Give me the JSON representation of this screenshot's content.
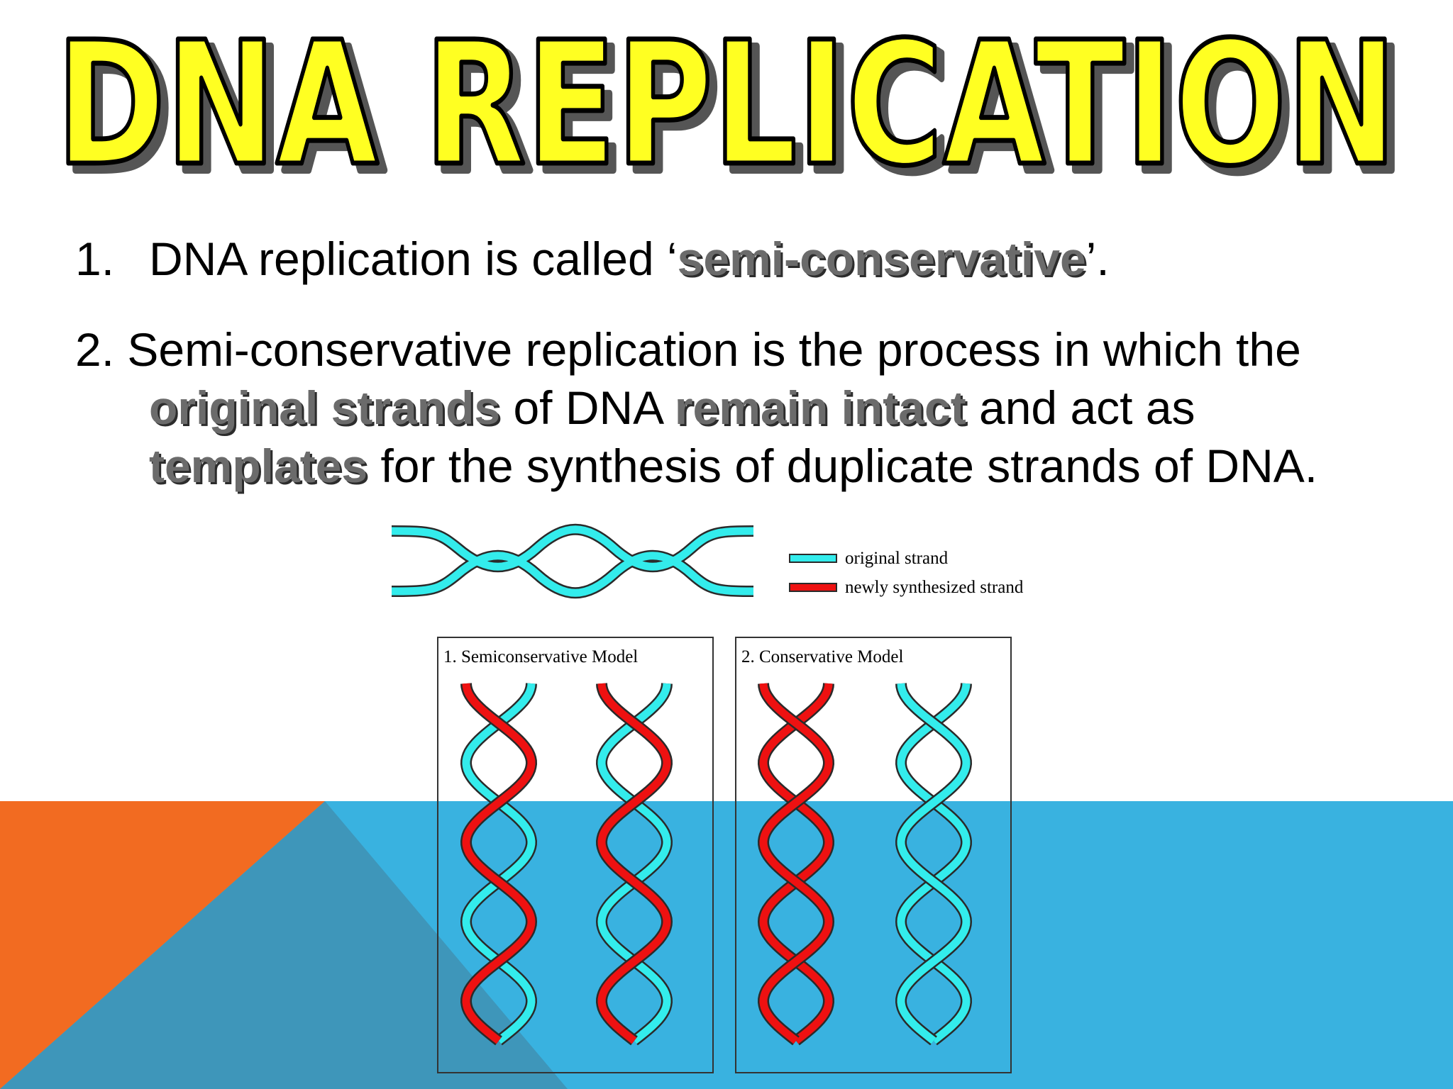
{
  "title": "DNA REPLICATION",
  "points": [
    {
      "number": "1.",
      "pre": "DNA replication is called ‘",
      "highlight": "semi-conservative",
      "post": "’."
    },
    {
      "number": "2.",
      "line1": "Semi-conservative replication is the process in which the",
      "h1": "original strands",
      "t1": " of DNA ",
      "h2": "remain intact",
      "t2": " and act as",
      "h3": "templates",
      "t3": " for the synthesis of duplicate strands of DNA."
    }
  ],
  "legend": {
    "original": "original strand",
    "new": "newly synthesized strand"
  },
  "models": [
    {
      "label": "1. Semiconservative Model"
    },
    {
      "label": "2. Conservative Model"
    }
  ],
  "colors": {
    "original_strand": "#33ECEC",
    "new_strand": "#EE1111",
    "strand_outline": "#2A2A2A",
    "title_fill": "#FFFF22",
    "highlight_text": "#6B6B6B",
    "bg_blue": "#39B2E0",
    "bg_orange": "#F26B21",
    "bg_overlap": "#3E96BA"
  }
}
